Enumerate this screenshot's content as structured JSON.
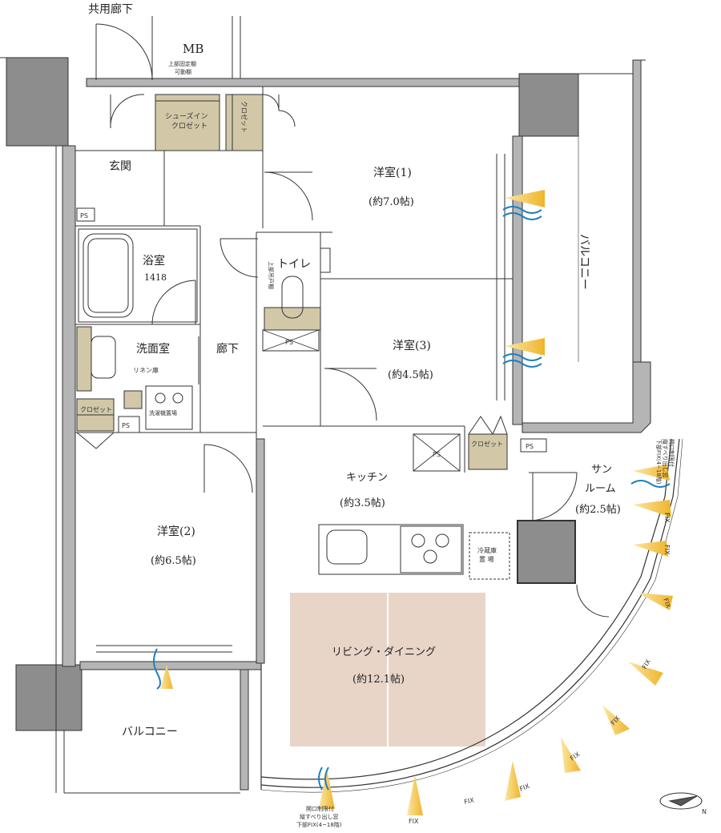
{
  "labels": {
    "common_corridor": "共用廊下",
    "mb": "MB",
    "mb_note1": "上部固定棚",
    "mb_note2": "可動棚",
    "shoes_in_closet_1": "シューズイン",
    "shoes_in_closet_2": "クロゼット",
    "closet_v": "クロゼット",
    "genkan": "玄関",
    "ps": "PS",
    "bath": "浴室",
    "bath_size": "1418",
    "washroom": "洗面室",
    "linen": "リネン庫",
    "closet": "クロゼット",
    "washer": "洗濯機置場",
    "corridor": "廊下",
    "toilet": "トイレ",
    "toilet_cabinet": "上部吊戸棚",
    "room1": "洋室(1)",
    "room1_size": "(約7.0帖)",
    "room3": "洋室(3)",
    "room3_size": "(約4.5帖)",
    "room2": "洋室(2)",
    "room2_size": "(約6.5帖)",
    "kitchen": "キッチン",
    "kitchen_size": "(約3.5帖)",
    "fridge_1": "冷蔵庫",
    "fridge_2": "置 場",
    "living": "リビング・ダイニング",
    "living_size": "(約12.1帖)",
    "sunroom_1": "サン",
    "sunroom_2": "ルーム",
    "sunroom_size": "(約2.5帖)",
    "balcony_right": "バルコニー",
    "balcony_bottom": "バルコニー",
    "window_note_1": "開口制限付",
    "window_note_2": "縦すべり出し窓",
    "window_note_3": "下部FIX(4~18階)",
    "fix": "FIX",
    "north": "N"
  },
  "colors": {
    "wall": "#9a9a9a",
    "column": "#8c8c8c",
    "closet_fill": "#d2c8a8",
    "living_fill": "#e8d5c8",
    "light_arrow": "#f4c84a",
    "air_arrow": "#1d7fbf"
  }
}
